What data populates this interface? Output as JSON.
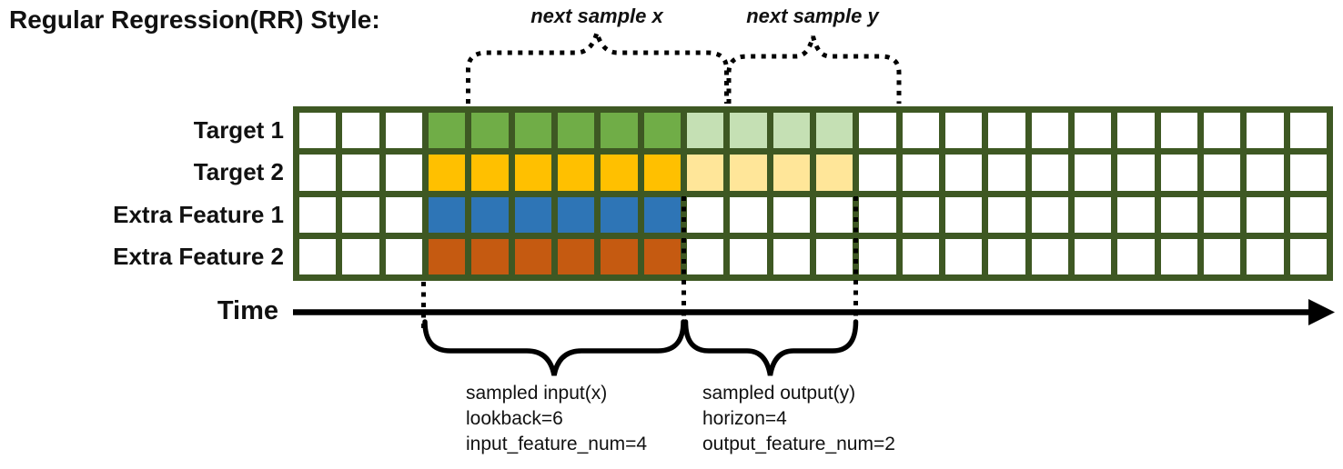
{
  "title": "Regular Regression(RR) Style:",
  "grid": {
    "columns": 24,
    "input_start_col": 3,
    "lookback": 6,
    "horizon": 4,
    "border_color": "#3E5823",
    "empty_cell_color": "#FFFFFF",
    "rows": [
      {
        "label": "Target 1",
        "input_color": "#70AD47",
        "output_color": "#C5E0B4"
      },
      {
        "label": "Target 2",
        "input_color": "#FFC000",
        "output_color": "#FFE699"
      },
      {
        "label": "Extra Feature 1",
        "input_color": "#2E75B6",
        "output_color": null
      },
      {
        "label": "Extra Feature 2",
        "input_color": "#C55A11",
        "output_color": null
      }
    ]
  },
  "time_axis": {
    "label": "Time"
  },
  "annotations": {
    "next_sample_x": "next sample x",
    "next_sample_y": "next sample y",
    "input_note": [
      "sampled input(x)",
      "lookback=6",
      "input_feature_num=4"
    ],
    "output_note": [
      "sampled output(y)",
      "horizon=4",
      "output_feature_num=2"
    ]
  },
  "line_color": "#000000"
}
